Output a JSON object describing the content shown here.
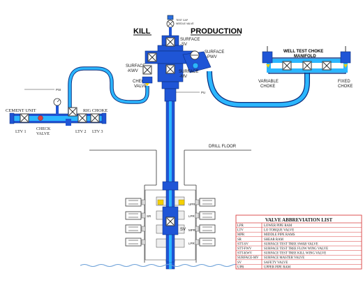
{
  "headers": {
    "kill": "KILL",
    "production": "PRODUCTION"
  },
  "labels": {
    "test_cap": "TEST CAP",
    "needle_valve": "NEEDLE VALVE",
    "surface_sv_1": "SURFACE",
    "surface_sv_2": "-SV",
    "surface_pwv_1": "SURFACE",
    "surface_pwv_2": "-PWV",
    "surface_kwv_1": "SURFACE",
    "surface_kwv_2": "-KWV",
    "surface_mv_1": "SURFACE",
    "surface_mv_2": "-MV",
    "check_valve_1": "CHECK",
    "check_valve_2": "VALVE",
    "pu": "PU",
    "psi": "PSI",
    "well_test_1": "WELL TEST CHOKE",
    "well_test_2": "MANIFOLD",
    "variable_choke_1": "VARIABLE",
    "variable_choke_2": "CHOKE",
    "fixed_choke_1": "FIXED",
    "fixed_choke_2": "CHOKE",
    "cement_unit": "CEMENT UNIT",
    "rig_choke": "RIG CHOKE",
    "ltv1": "LTV 1",
    "check_valve_left_1": "CHECK",
    "check_valve_left_2": "VALVE",
    "ltv2": "LTV 2",
    "ltv3": "LTV 3",
    "drill_floor": "DRILL FLOOR",
    "sv": "SV",
    "upr": "UPR",
    "lpr": "LPR",
    "sr": "SR",
    "mpr": "MPR"
  },
  "legend": {
    "title": "VALVE ABBREVIATION LIST",
    "rows": [
      {
        "abbr": "LPR",
        "desc": "LOWER PIPE RAM"
      },
      {
        "abbr": "LTV",
        "desc": "LO TORQUE VALVE"
      },
      {
        "abbr": "MPR",
        "desc": "MIDDLE PIPE RAMS"
      },
      {
        "abbr": "SR",
        "desc": "SHEAR RAM"
      },
      {
        "abbr": "STT-SV",
        "desc": "SURFACE TEST TREE SWAB VALVE"
      },
      {
        "abbr": "STT-FWV",
        "desc": "SURFACE TEST TREE FLOW WING VALVE"
      },
      {
        "abbr": "STT-KWV",
        "desc": "SURFACE TEST TREE KILL WING VALVE"
      },
      {
        "abbr": "SURFACE-MV",
        "desc": "SURFACE MASTER VALVE"
      },
      {
        "abbr": "SV",
        "desc": "SAFETY VALVE"
      },
      {
        "abbr": "UPR",
        "desc": "UPPER PIPE RAM"
      }
    ]
  },
  "colors": {
    "pipe_blue": "#1f55d6",
    "pipe_cyan": "#2bb6ff",
    "frame_red": "#d94040",
    "yellow": "#f5d000",
    "water": "#6a9fd8"
  }
}
